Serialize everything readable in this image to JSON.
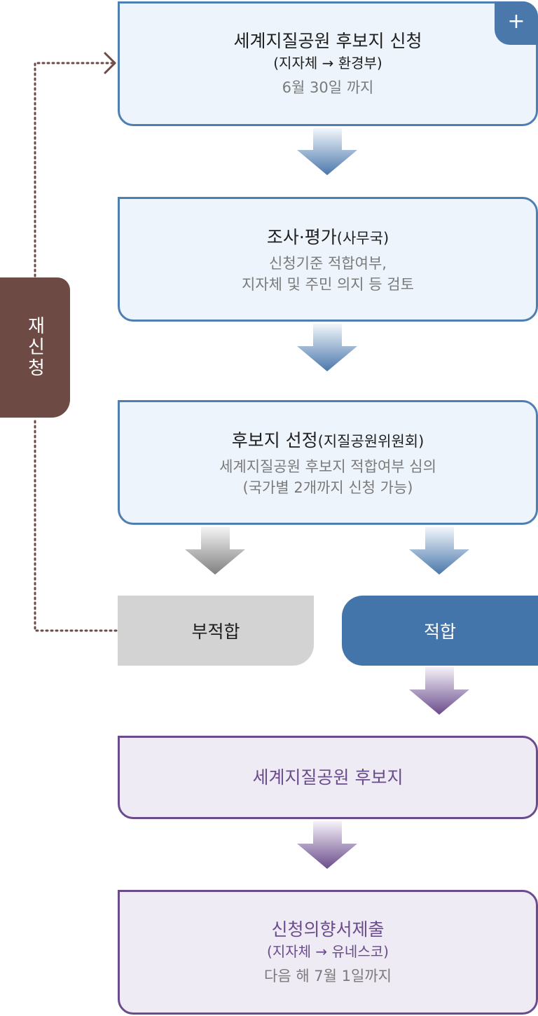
{
  "steps": [
    {
      "title": "세계지질공원 후보지 신청",
      "subtitle": "(지자체 → 환경부)",
      "note": "6월 30일 까지",
      "icon": "plus-icon",
      "icon_text": "+"
    },
    {
      "title_main": "조사·평가",
      "title_paren": "(사무국)",
      "line1": "신청기준 적합여부,",
      "line2": "지자체 및 주민 의지 등 검토"
    },
    {
      "title_main": "후보지 선정",
      "title_paren": "(지질공원위원회)",
      "line1": "세계지질공원 후보지 적합여부 심의",
      "line2": "(국가별 2개까지 신청 가능)"
    }
  ],
  "results": {
    "fail": "부적합",
    "pass": "적합"
  },
  "reapply": "재신청",
  "candidate": "세계지질공원 후보지",
  "final": {
    "title": "신청의향서제출",
    "subtitle": "(지자체 → 유네스코)",
    "note": "다음 해 7월 1일까지"
  },
  "colors": {
    "blue_border": "#4f7fb2",
    "blue_fill": "#eef4fc",
    "purple_border": "#6a4c8c",
    "purple_fill": "#efebf4",
    "pass_fill": "#4375aa",
    "fail_fill": "#d3d3d3",
    "reapply_fill": "#6d4a44"
  }
}
